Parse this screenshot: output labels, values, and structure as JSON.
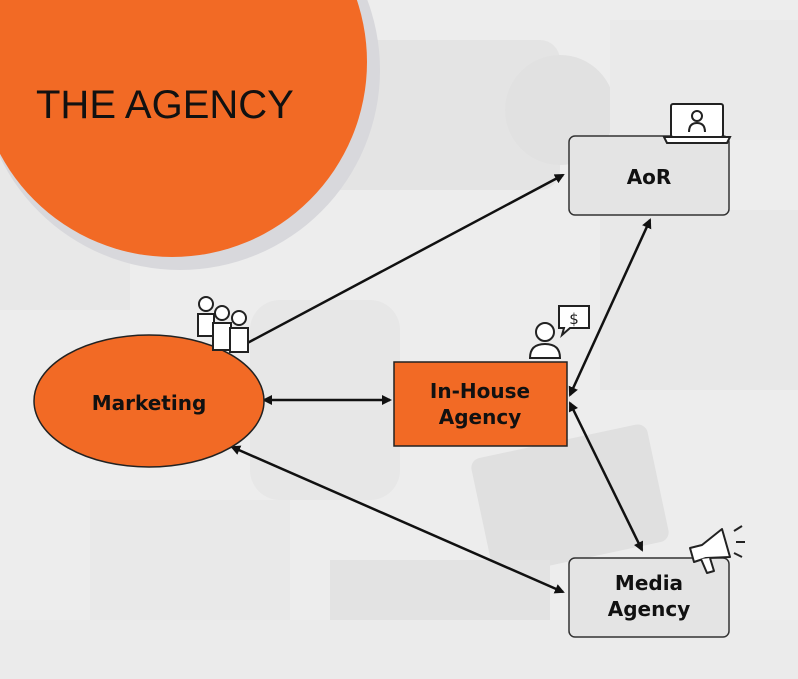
{
  "title": "THE AGENCY",
  "nodes": {
    "marketing": {
      "label": "Marketing"
    },
    "in_house": {
      "line1": "In-House",
      "line2": "Agency"
    },
    "aor": {
      "label": "AoR"
    },
    "media": {
      "line1": "Media",
      "line2": "Agency"
    }
  },
  "icons": {
    "people": "people-group-icon",
    "person_dollar": "person-with-dollar-bubble-icon",
    "laptop_person": "laptop-person-icon",
    "megaphone": "megaphone-icon",
    "dollar_sign": "$"
  },
  "colors": {
    "accent": "#f26a25",
    "box_gray": "#e4e4e4",
    "background": "#f0f0f0",
    "outline": "#222222"
  }
}
